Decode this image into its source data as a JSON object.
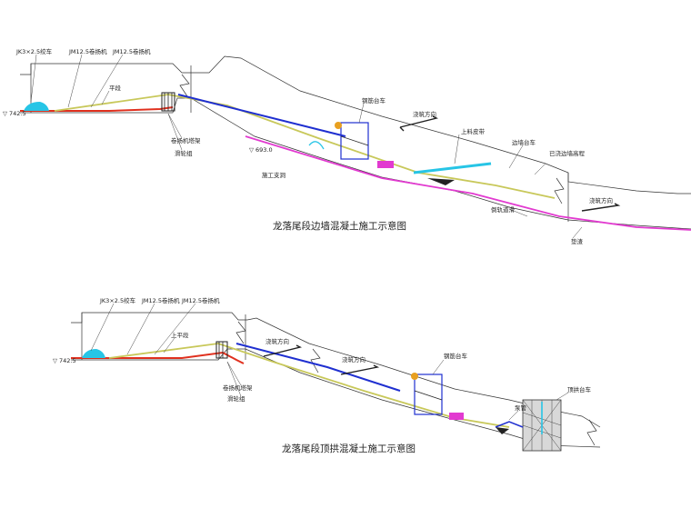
{
  "diagram_top": {
    "title": "龙落尾段边墙混凝土施工示意图",
    "labels": {
      "winch_car": "JK3×2.5绞车",
      "winch_a": "JM12.5卷扬机",
      "winch_b": "JM12.5卷扬机",
      "flat_section": "平段",
      "elev_left": "742.5",
      "winch_frame": "卷扬机塔架",
      "pulley_group": "滑轮组",
      "elev_mid": "693.0",
      "access_tunnel": "施工支洞",
      "rebar_trolley": "钢筋台车",
      "pour_direction": "浇筑方向",
      "conveyor": "上料皮带",
      "sidewall_trolley": "边墙台车",
      "poured_wall": "已浇边墙高程",
      "track": "倒轨道滑",
      "bottom_slab": "垫渣"
    }
  },
  "diagram_bottom": {
    "title": "龙落尾段顶拱混凝土施工示意图",
    "labels": {
      "winch_car": "JK3×2.5绞车",
      "winch_a": "JM12.5卷扬机",
      "winch_b": "JM12.5卷扬机",
      "flat_section": "上平段",
      "elev_left": "742.5",
      "winch_frame": "卷扬机塔架",
      "pulley_group": "滑轮组",
      "pour_direction_1": "浇筑方向",
      "pour_direction_2": "浇筑方向",
      "rebar_trolley": "钢筋台车",
      "pump": "泵管",
      "arch_trolley": "顶拱台车"
    }
  },
  "colors": {
    "yellow_line": "#c8c85a",
    "blue_line": "#1f2fd0",
    "red_line": "#e0301e",
    "magenta_line": "#e23ad0",
    "cyan": "#27c5e6",
    "dark": "#222222"
  }
}
